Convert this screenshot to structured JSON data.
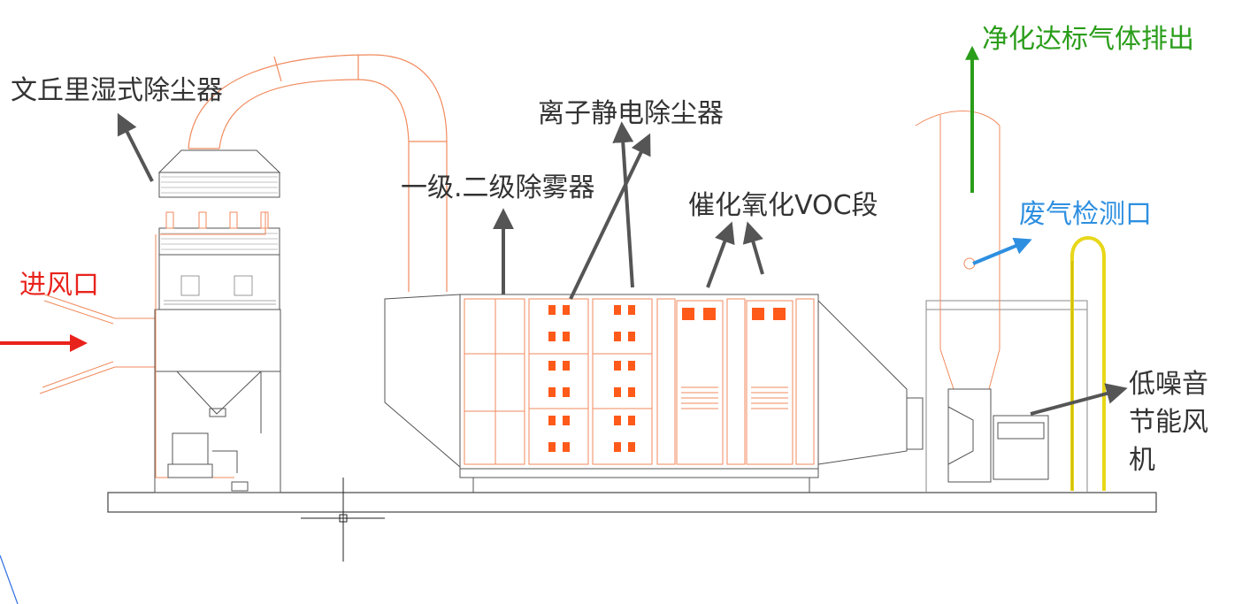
{
  "labels": {
    "venturi": "文丘里湿式除尘器",
    "inlet": "进风口",
    "ionic": "离子静电除尘器",
    "demister": "一级.二级除雾器",
    "voc": "催化氧化VOC段",
    "exhaust": "净化达标气体排出",
    "sampling": "废气检测口",
    "fan_line1": "低噪音",
    "fan_line2": "节能风",
    "fan_line3": "机"
  },
  "colors": {
    "line": "#f08a5d",
    "fill": "#ff5a1a",
    "arrow": "#555555",
    "inlet_text": "#e8231c",
    "exhaust_text": "#2a9d1a",
    "sampling_text": "#2e8fe0",
    "yellow_pipe": "#e8d71a",
    "gray": "#8a8a8a"
  }
}
